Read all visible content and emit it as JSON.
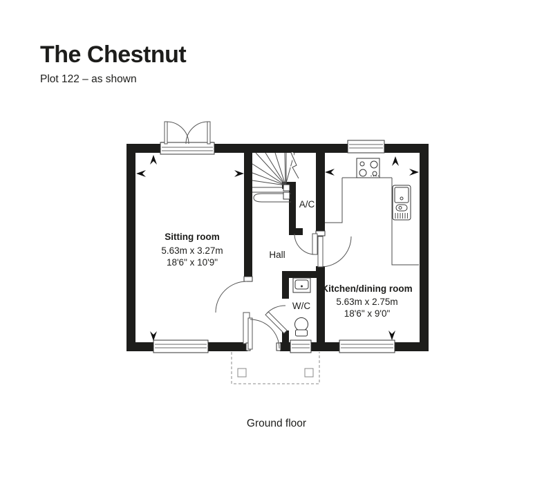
{
  "header": {
    "title": "The Chestnut",
    "subtitle": "Plot 122 – as shown"
  },
  "plan": {
    "rooms": {
      "sitting_room": {
        "name": "Sitting room",
        "metric": "5.63m x 3.27m",
        "imperial": "18'6\" x 10'9\""
      },
      "kitchen_dining": {
        "name": "Kitchen/dining room",
        "metric": "5.63m x 2.75m",
        "imperial": "18'6\" x 9'0\""
      },
      "hall": {
        "name": "Hall"
      },
      "airing_cupboard": {
        "name": "A/C"
      },
      "wc": {
        "name": "W/C"
      }
    },
    "caption": "Ground floor"
  },
  "colors": {
    "accent_green": "#6cbe5d",
    "wall": "#1d1d1b",
    "line": "#4a4a4a"
  }
}
